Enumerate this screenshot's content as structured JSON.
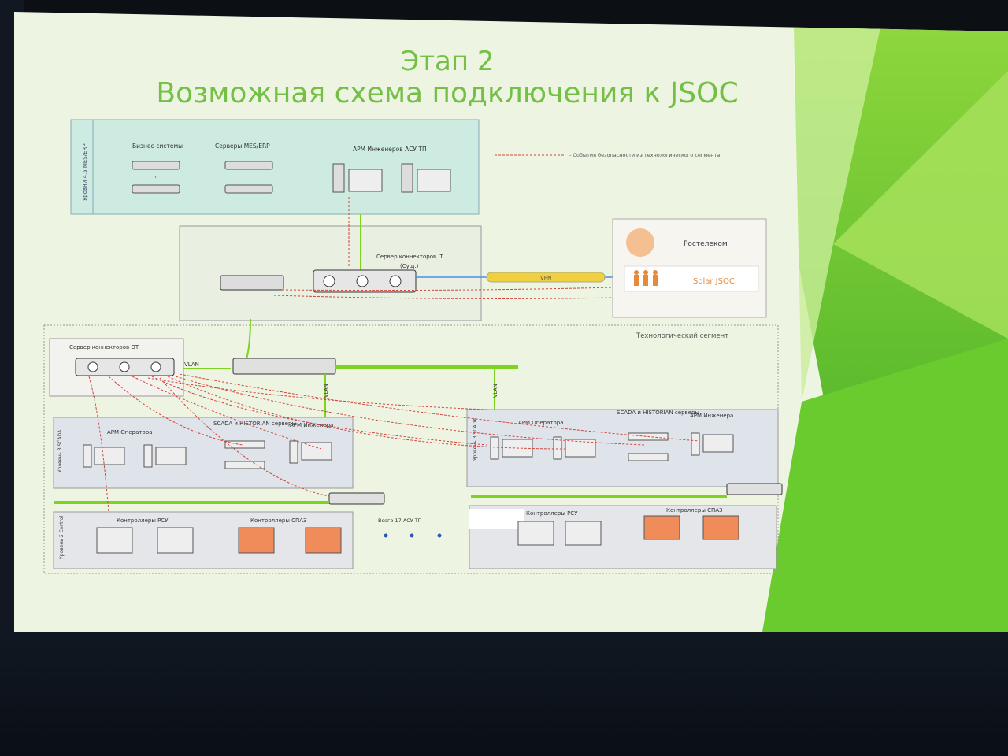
{
  "slide": {
    "title_line1": "Этап 2",
    "title_line2": "Возможная схема подключения к JSOC"
  },
  "legend": {
    "text": "- События безопасности из технологического сегмента"
  },
  "zones": {
    "level45": {
      "label": "Уровни 4,5 MES/ERP",
      "biz_systems": "Бизнес-системы",
      "mes_servers": "Серверы MES/ERP",
      "arm_engineers": "АРМ Инженеров АСУ ТП"
    },
    "it_segment": {
      "connector_server": "Сервер коннекторов IT",
      "connector_server_sub": "(Сущ.)"
    },
    "external": {
      "rostelecom": "Ростелеком",
      "solar_jsoc": "Solar JSOC",
      "vpn": "VPN"
    },
    "tech_segment": {
      "label": "Технологический сегмент",
      "ot_connector": "Сервер коннекторов ОТ",
      "vlan_1": "VLAN",
      "vlan_2": "VLAN",
      "vlan_3": "VLAN",
      "level3": "Уровень 3 SCADA",
      "level3b": "Уровень 3 SCADA",
      "level2": "Уровень 2 Control",
      "arm_operator_l": "АРМ Оператора",
      "scada_hist_l": "SCADA и HISTORIAN серверы",
      "arm_engineer_l": "АРМ Инженера",
      "arm_operator_r": "АРМ Оператора",
      "scada_hist_r": "SCADA и HISTORIAN серверы",
      "arm_engineer_r": "АРМ Инженера",
      "plc_rcu_l": "Контроллеры РСУ",
      "plc_spaz_l": "Контроллеры СПАЗ",
      "plc_rcu_r": "Контроллеры РСУ",
      "plc_spaz_r": "Контроллеры СПАЗ",
      "total": "Всего 17 АСУ ТП"
    }
  },
  "colors": {
    "title": "#74c045",
    "level45_bg": "#cdebe0",
    "green_line": "#7ed321",
    "red_dashed": "#d0463b",
    "slide_bg": "#eef4e2",
    "accent": "#8fd12e"
  }
}
